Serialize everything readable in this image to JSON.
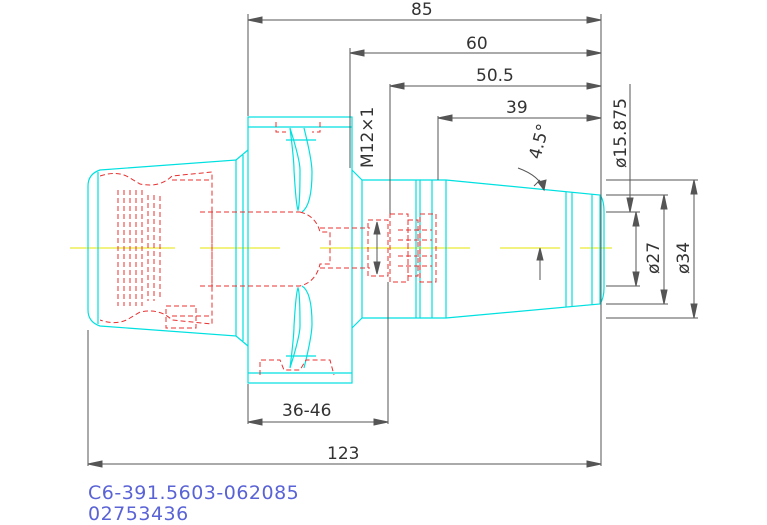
{
  "drawing": {
    "dimensions": {
      "overall_85": "85",
      "length_60": "60",
      "length_50_5": "50.5",
      "length_39": "39",
      "thread": "M12×1",
      "taper_angle": "4.5°",
      "dia_15_875": "ø15.875",
      "dia_27": "ø27",
      "dia_34": "ø34",
      "range_36_46": "36-46",
      "overall_123": "123"
    },
    "part_number": "C6-391.5603-062085",
    "order_number": "02753436"
  },
  "colors": {
    "outline": "#00e0e0",
    "hidden": "#e83030",
    "centerline": "#e6e600",
    "dimension": "#333333",
    "text_blue": "#5a63d6"
  }
}
